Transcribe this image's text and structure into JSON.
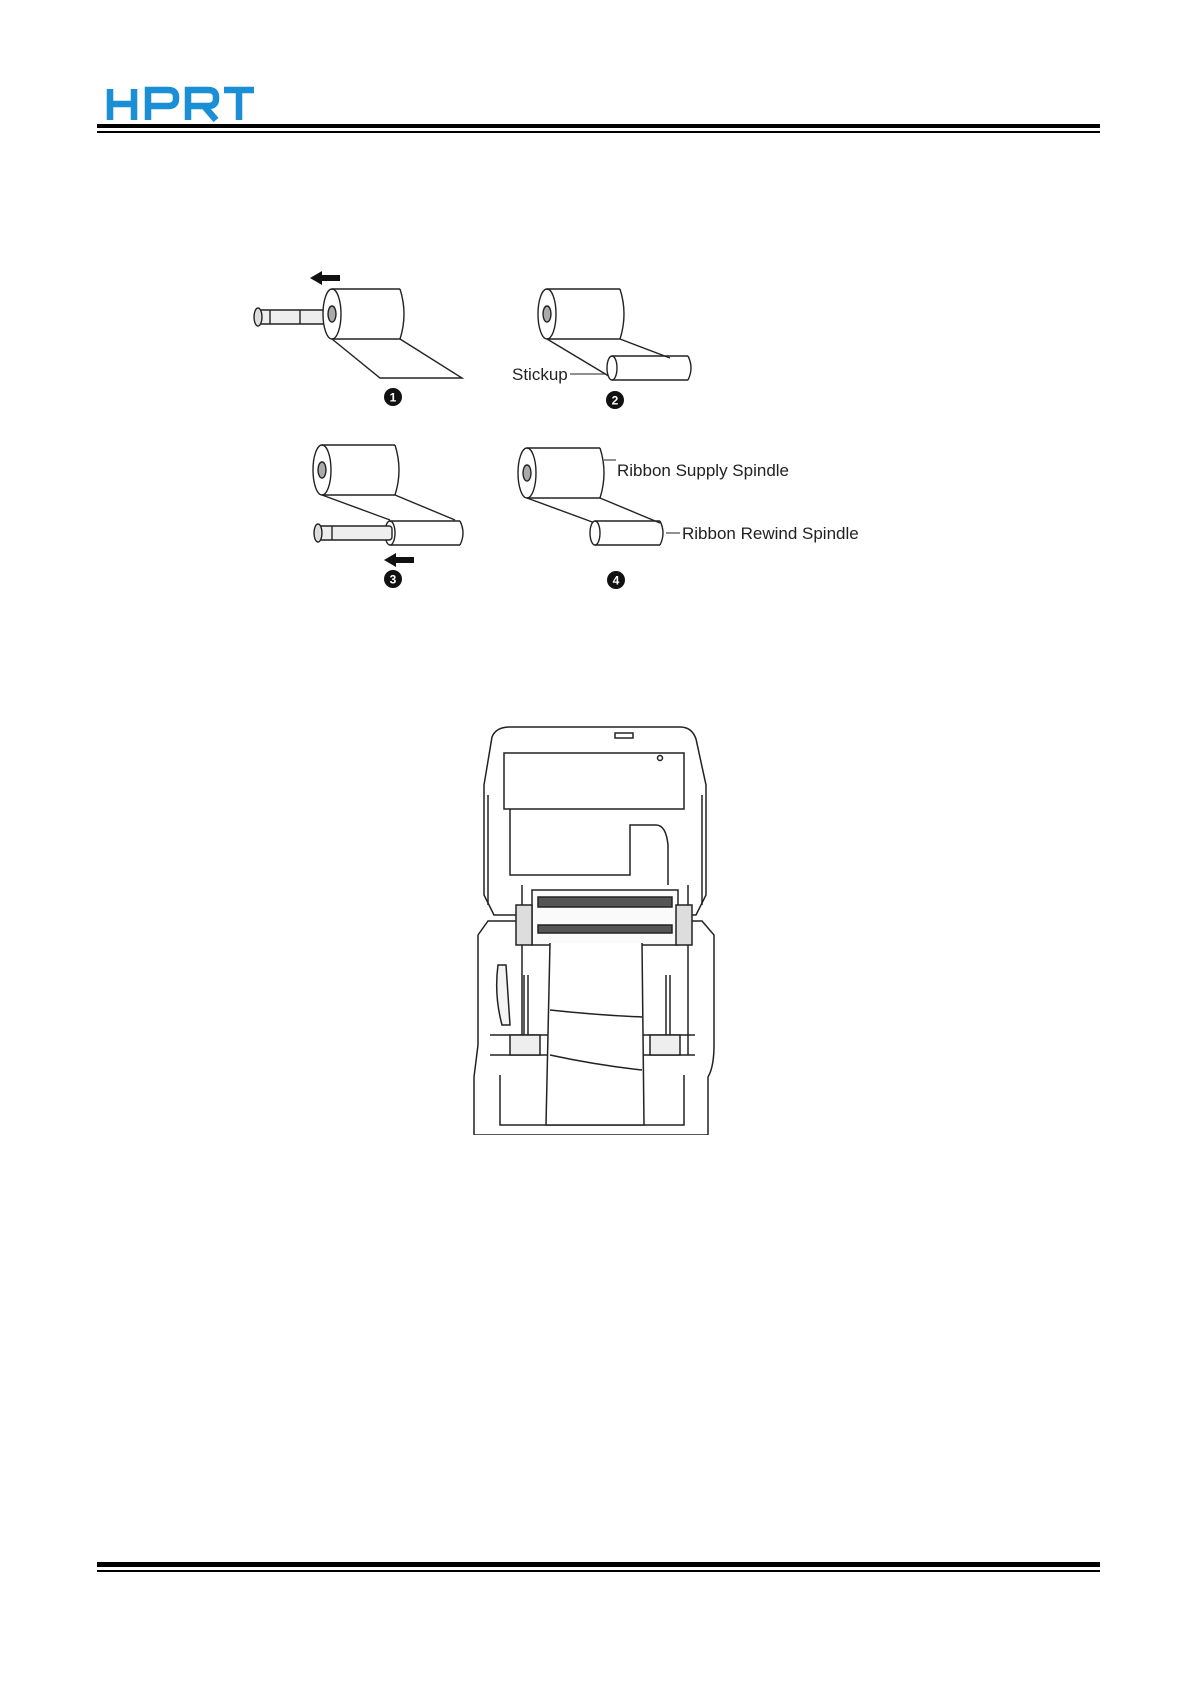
{
  "header": {
    "logo_text": "HPRT",
    "logo_color": "#1a8fd6"
  },
  "figure_steps": {
    "labels": {
      "stickup": "Stickup",
      "supply_spindle": "Ribbon Supply Spindle",
      "rewind_spindle": "Ribbon Rewind Spindle"
    },
    "step_numbers": [
      "1",
      "2",
      "3",
      "4"
    ],
    "arrow_icon": "left-arrow-icon"
  },
  "figure_printer": {
    "icon": "open-printer-illustration"
  }
}
